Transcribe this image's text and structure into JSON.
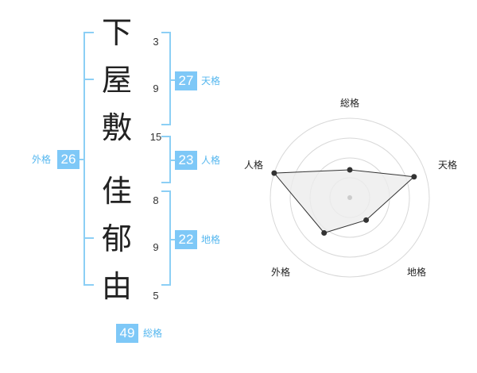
{
  "name_chars": [
    {
      "char": "下",
      "strokes": "3"
    },
    {
      "char": "屋",
      "strokes": "9"
    },
    {
      "char": "敷",
      "strokes": "15"
    },
    {
      "char": "佳",
      "strokes": "8"
    },
    {
      "char": "郁",
      "strokes": "9"
    },
    {
      "char": "由",
      "strokes": "5"
    }
  ],
  "scores": {
    "tenkaku": {
      "value": "27",
      "label": "天格"
    },
    "jinkaku": {
      "value": "23",
      "label": "人格"
    },
    "chikaku": {
      "value": "22",
      "label": "地格"
    },
    "gaikaku": {
      "value": "26",
      "label": "外格"
    },
    "soukaku": {
      "value": "49",
      "label": "総格"
    }
  },
  "radar": {
    "axes": [
      "総格",
      "天格",
      "地格",
      "外格",
      "人格"
    ],
    "values": [
      0.35,
      0.85,
      0.35,
      0.55,
      1.0
    ],
    "colors": {
      "fill": "#ececec",
      "line": "#333333",
      "ring": "#d8d8d8",
      "center": "#cccccc"
    }
  },
  "colors": {
    "accent": "#7ec8f7",
    "bracket": "#8ccff5"
  }
}
